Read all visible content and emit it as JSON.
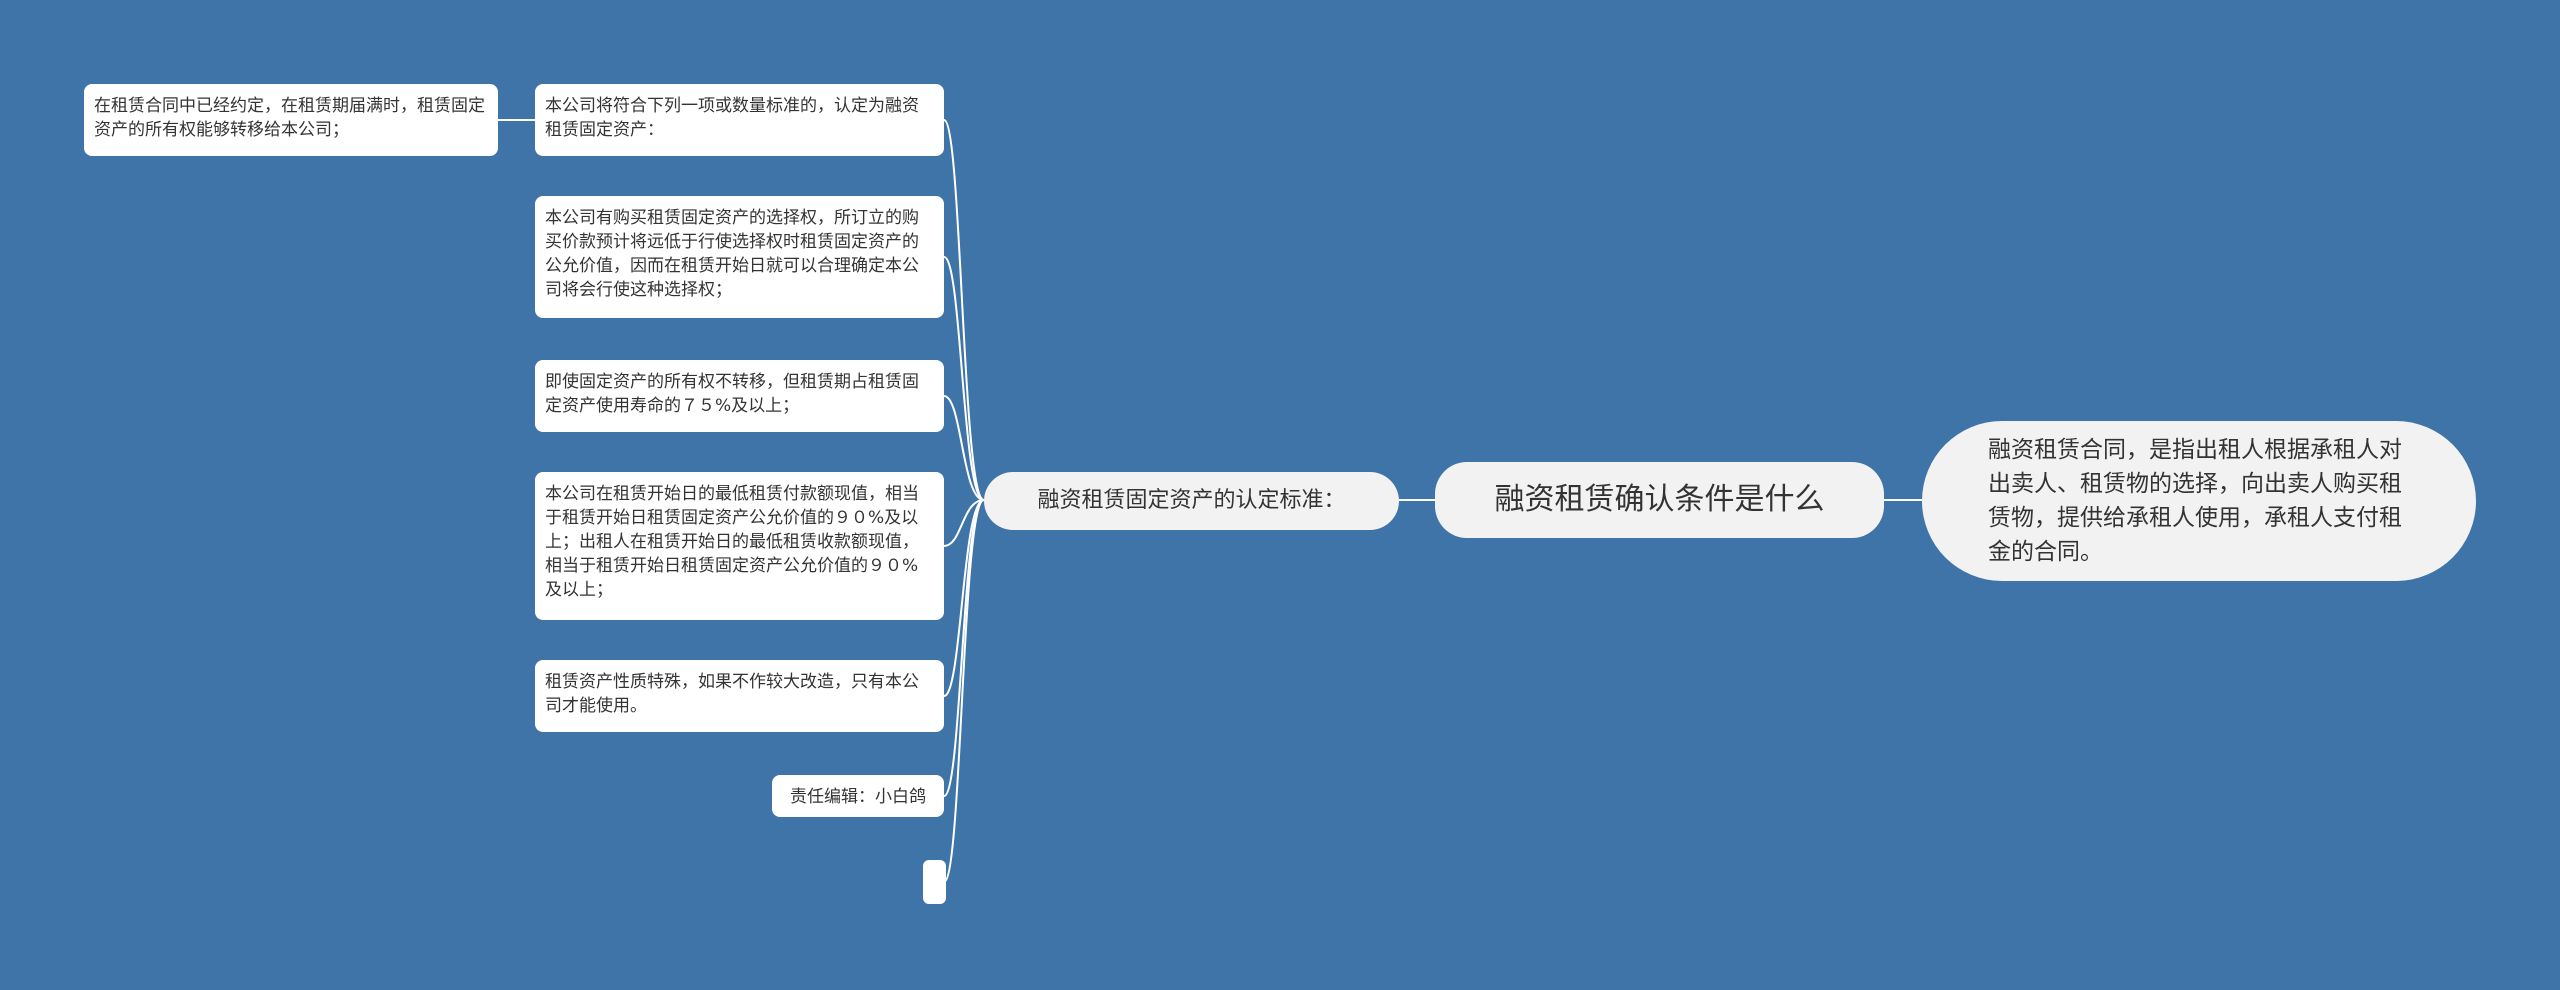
{
  "root": {
    "title": "融资租赁确认条件是什么"
  },
  "summary": {
    "text": "融资租赁合同，是指出租人根据承租人对出卖人、租赁物的选择，向出卖人购买租赁物，提供给承租人使用，承租人支付租金的合同。"
  },
  "branch": {
    "label": "融资租赁固定资产的认定标准："
  },
  "criteria": {
    "intro": "本公司将符合下列一项或数量标准的，认定为融资租赁固定资产：",
    "ownership_transfer": "在租赁合同中已经约定，在租赁期届满时，租赁固定资产的所有权能够转移给本公司；",
    "purchase_option": "本公司有购买租赁固定资产的选择权，所订立的购买价款预计将远低于行使选择权时租赁固定资产的公允价值，因而在租赁开始日就可以合理确定本公司将会行使这种选择权；",
    "lease_term": "即使固定资产的所有权不转移，但租赁期占租赁固定资产使用寿命的７５%及以上；",
    "present_value": "本公司在租赁开始日的最低租赁付款额现值，相当于租赁开始日租赁固定资产公允价值的９０%及以上；出租人在租赁开始日的最低租赁收款额现值，相当于租赁开始日租赁固定资产公允价值的９０%及以上；",
    "special_nature": "租赁资产性质特殊，如果不作较大改造，只有本公司才能使用。",
    "editor": "责任编辑：小白鸽",
    "empty": ""
  },
  "colors": {
    "background": "#3e74a7",
    "node": "#ffffff",
    "central": "#f2f2f2",
    "connector": "#ffffff"
  }
}
